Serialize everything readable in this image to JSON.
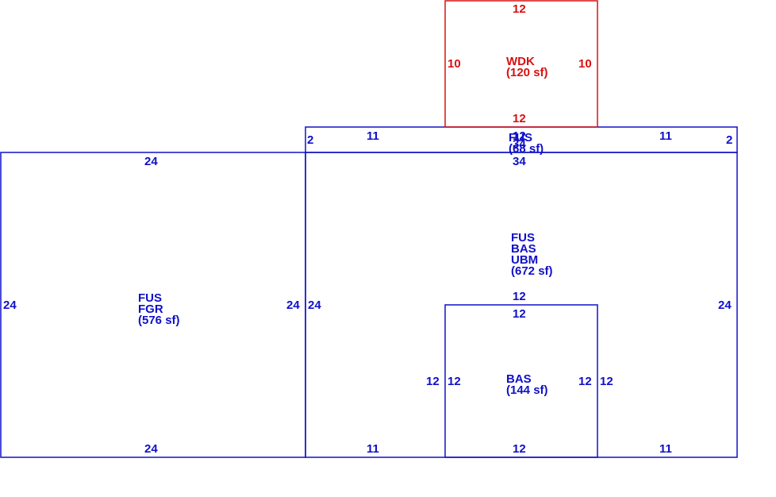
{
  "colors": {
    "main": "#1010c8",
    "deck": "#d81010",
    "background": "#ffffff"
  },
  "garage": {
    "name_1": "FUS",
    "name_2": "FGR",
    "area": "(576 sf)",
    "dim_top": "24",
    "dim_bottom": "24",
    "dim_left": "24",
    "dim_right": "24"
  },
  "main_house": {
    "name_1": "FUS",
    "name_2": "BAS",
    "name_3": "UBM",
    "area": "(672 sf)",
    "dim_top": "34",
    "dim_left": "24",
    "dim_right": "24",
    "dim_bottom_left": "11",
    "dim_bottom_right": "11"
  },
  "bas_room": {
    "name": "BAS",
    "area": "(144 sf)",
    "dim_top_outer": "12",
    "dim_top_inner": "12",
    "dim_left_outer": "12",
    "dim_left_inner": "12",
    "dim_right_inner": "12",
    "dim_right_outer": "12",
    "dim_bottom": "12"
  },
  "fus_strip": {
    "name": "FUS",
    "area": "(68 sf)",
    "dim_top_left": "11",
    "dim_top_right": "11",
    "dim_left": "2",
    "dim_right": "2",
    "dim_center_a": "12",
    "dim_center_b": "34"
  },
  "deck": {
    "name": "WDK",
    "area": "(120 sf)",
    "dim_top": "12",
    "dim_bottom": "12",
    "dim_left": "10",
    "dim_right": "10"
  }
}
